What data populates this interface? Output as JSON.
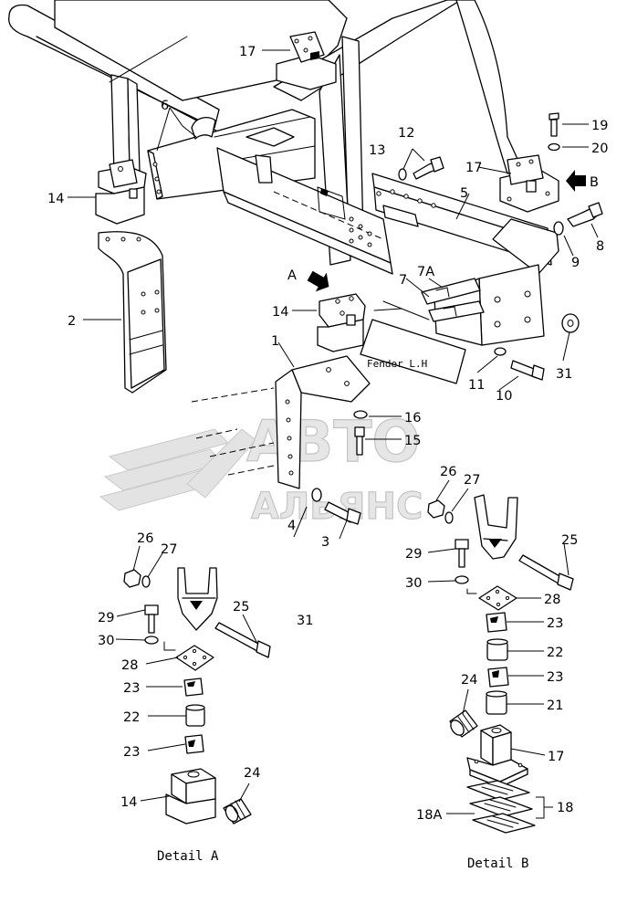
{
  "watermark": {
    "line1": "АВТО",
    "line2": "АЛЬЯНС"
  },
  "views": {
    "view_a": "A",
    "view_b": "B"
  },
  "captions": {
    "detail_a": "Detail A",
    "detail_b": "Detail B",
    "fender_note": "Fender L.H"
  },
  "part_labels": {
    "p1": "1",
    "p2": "2",
    "p3": "3",
    "p4": "4",
    "p5": "5",
    "p6": "6",
    "p7": "7",
    "p7a": "7A",
    "p8": "8",
    "p9": "9",
    "p10": "10",
    "p11": "11",
    "p12": "12",
    "p13": "13",
    "p14_left": "14",
    "p14_mid": "14",
    "p15": "15",
    "p16": "16",
    "p17_top": "17",
    "p17_right": "17",
    "p19": "19",
    "p20": "20",
    "p31_main": "31",
    "da_26": "26",
    "da_27": "27",
    "da_29": "29",
    "da_30": "30",
    "da_25": "25",
    "da_31": "31",
    "da_28": "28",
    "da_23a": "23",
    "da_22": "22",
    "da_23b": "23",
    "da_24": "24",
    "da_14": "14",
    "db_26": "26",
    "db_27": "27",
    "db_29": "29",
    "db_30": "30",
    "db_25": "25",
    "db_28": "28",
    "db_23a": "23",
    "db_22": "22",
    "db_23b": "23",
    "db_24": "24",
    "db_21": "21",
    "db_17": "17",
    "db_18": "18",
    "db_18a": "18A"
  }
}
